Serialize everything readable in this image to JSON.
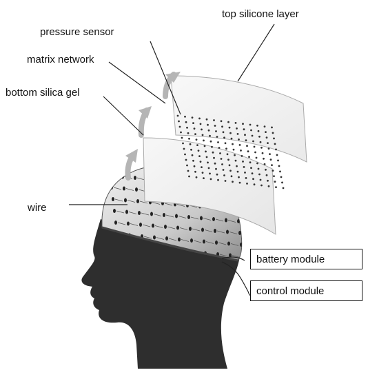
{
  "labels": {
    "top_silicone_layer": "top silicone layer",
    "pressure_sensor": "pressure sensor",
    "matrix_network": "matrix network",
    "bottom_silica_gel": "bottom silica gel",
    "wire": "wire",
    "battery_module": "battery module",
    "control_module": "control module"
  }
}
